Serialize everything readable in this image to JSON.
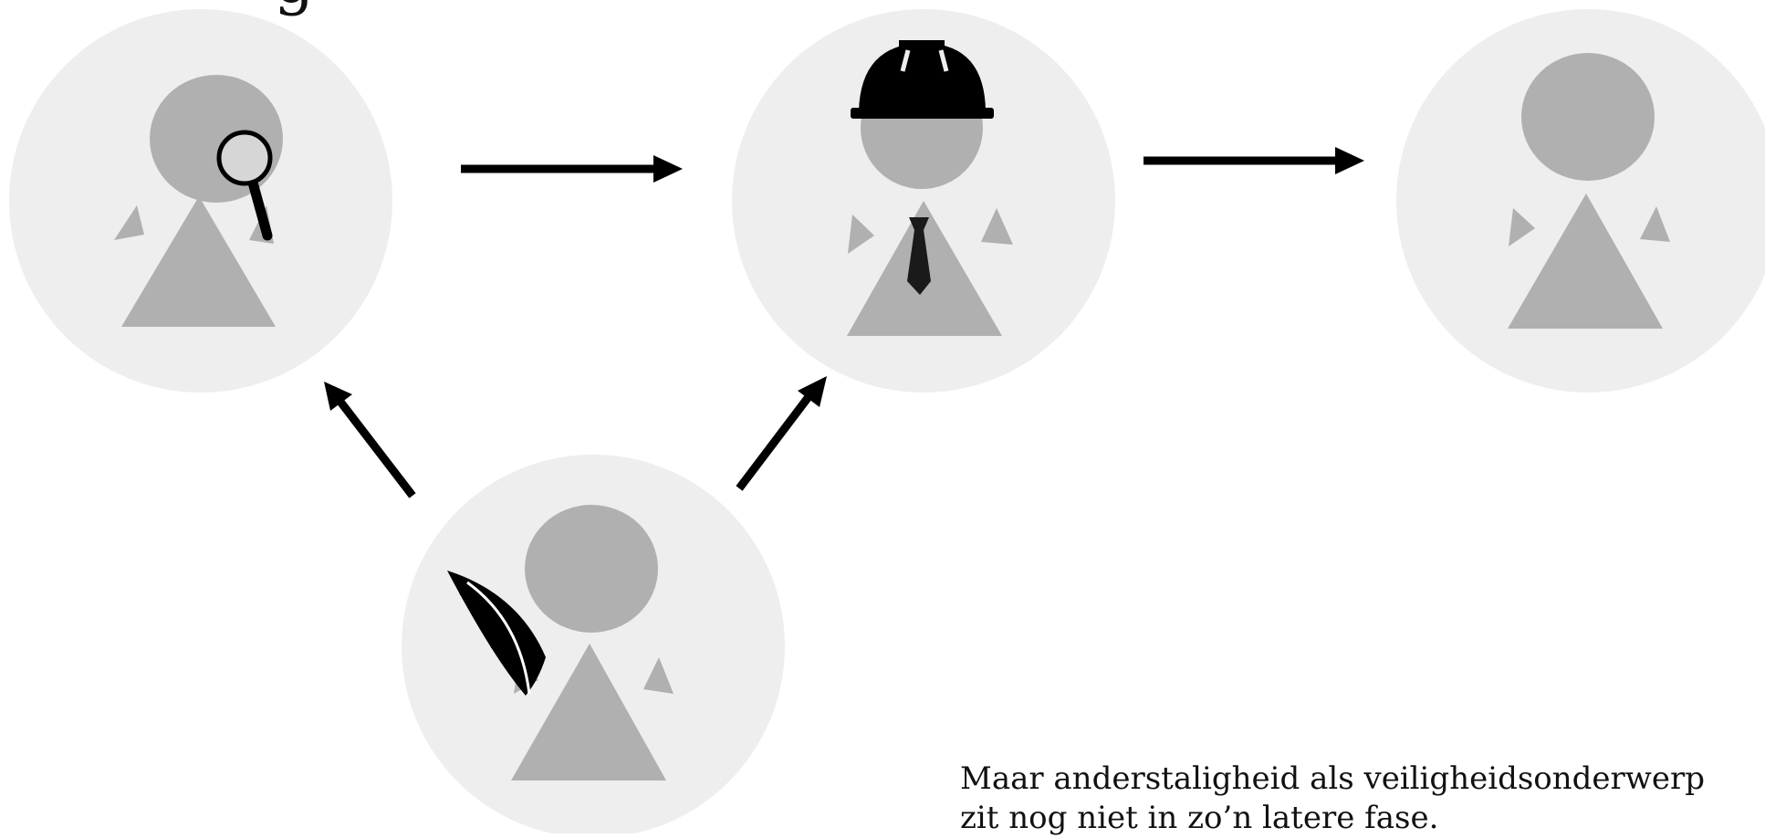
{
  "diagram": {
    "title_fragment": "g",
    "nodes": [
      {
        "id": "researcher",
        "icon": "magnifier-icon"
      },
      {
        "id": "engineer",
        "icon": "hard-hat-icon"
      },
      {
        "id": "end-user",
        "icon": "none"
      },
      {
        "id": "writer",
        "icon": "feather-icon"
      }
    ],
    "edges": [
      {
        "from": "researcher",
        "to": "engineer"
      },
      {
        "from": "engineer",
        "to": "end-user"
      },
      {
        "from": "writer",
        "to": "researcher"
      },
      {
        "from": "writer",
        "to": "engineer"
      }
    ],
    "colors": {
      "circle": "#eeeeee",
      "figure": "#b0b0b0",
      "ink": "#000000"
    }
  },
  "caption": {
    "line1": "Maar anderstaligheid als veiligheidsonderwerp",
    "line2": "zit nog niet in zo’n latere fase."
  }
}
